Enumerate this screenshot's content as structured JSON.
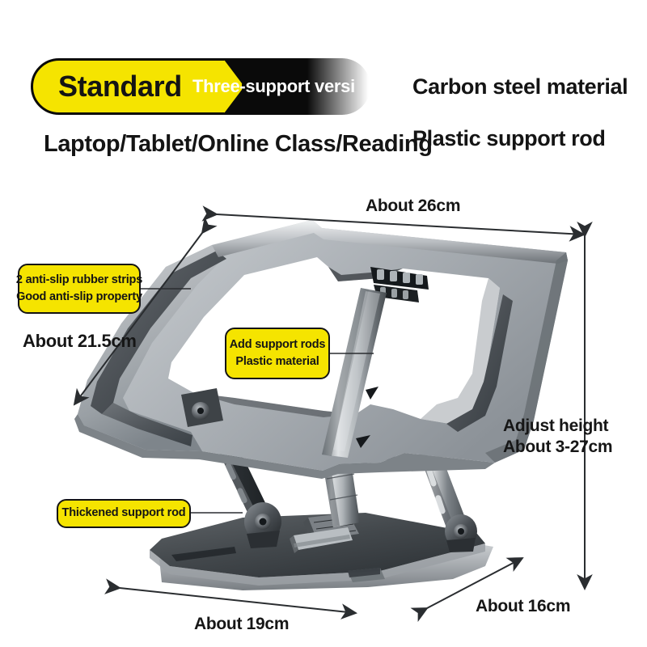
{
  "header": {
    "badge_main": "Standard",
    "badge_sub": "Three-support versi",
    "usage_line": "Laptop/Tablet/Online Class/Reading",
    "material_line_1": "Carbon steel material",
    "material_line_2": "Plastic support rod"
  },
  "dimensions": {
    "width_top": "About 26cm",
    "depth_left": "About 21.5cm",
    "adjust_label": "Adjust height",
    "adjust_range": "About 3-27cm",
    "base_width": "About 19cm",
    "base_depth": "About 16cm"
  },
  "callouts": {
    "rubber": {
      "line1": "2 anti-slip rubber strips",
      "line2": "Good anti-slip property"
    },
    "rods": {
      "line1": "Add support rods",
      "line2": "Plastic material"
    },
    "thickened": {
      "line1": "Thickened support rod"
    }
  },
  "colors": {
    "accent_yellow": "#f5e400",
    "outline_black": "#141414",
    "metal_light": "#e8eaec",
    "metal_mid": "#a9aeb3",
    "metal_dark": "#5d6266",
    "metal_shadow": "#3b3f43",
    "background": "#ffffff"
  },
  "product": {
    "name": "adjustable-laptop-stand",
    "icons": {
      "arrow_double": "double-headed-dimension-arrow"
    }
  }
}
